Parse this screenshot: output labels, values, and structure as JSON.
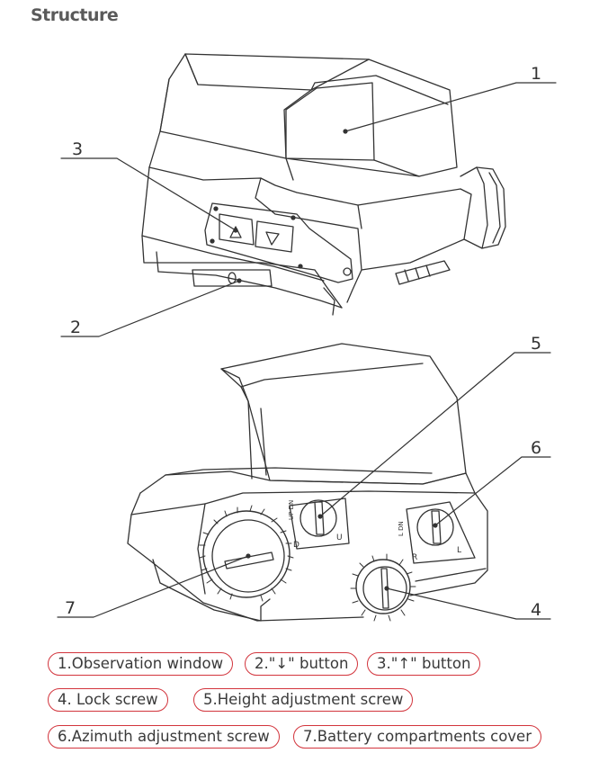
{
  "title": "Structure",
  "callouts": [
    "1",
    "2",
    "3",
    "4",
    "5",
    "6",
    "7"
  ],
  "legend": [
    [
      "1.Observation window",
      "2.\"↓\" button",
      "3.\"↑\" button"
    ],
    [
      "4. Lock screw",
      "5.Height adjustment screw"
    ],
    [
      "6.Azimuth adjustment screw",
      "7.Battery compartments cover"
    ]
  ],
  "engravings": {
    "up_dn": "UP DN",
    "u_left": "U",
    "d_left": "D",
    "r_label": "R",
    "l_label": "L",
    "l_dn": "L DN"
  },
  "colors": {
    "accent": "#d2343c",
    "line": "#333333"
  }
}
